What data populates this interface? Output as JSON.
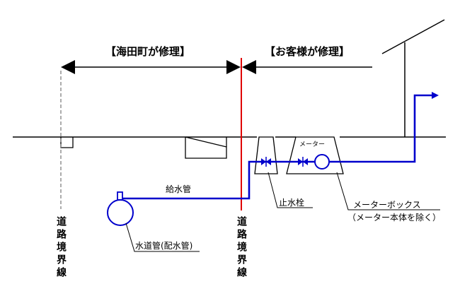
{
  "labels": {
    "town_repair": "【海田町が修理】",
    "customer_repair": "【お客様が修理】",
    "meter": "メーター",
    "supply_pipe": "給水管",
    "stop_valve": "止水栓",
    "meter_box": "メーターボックス",
    "meter_box_note": "（メーター本体を除く）",
    "water_main": "水道管(配水管)",
    "boundary_left": "道路境界線",
    "boundary_right": "道路境界線"
  },
  "colors": {
    "pipe": "#0000cc",
    "boundary": "#e00000",
    "line": "#000000",
    "dashed": "#888888"
  }
}
